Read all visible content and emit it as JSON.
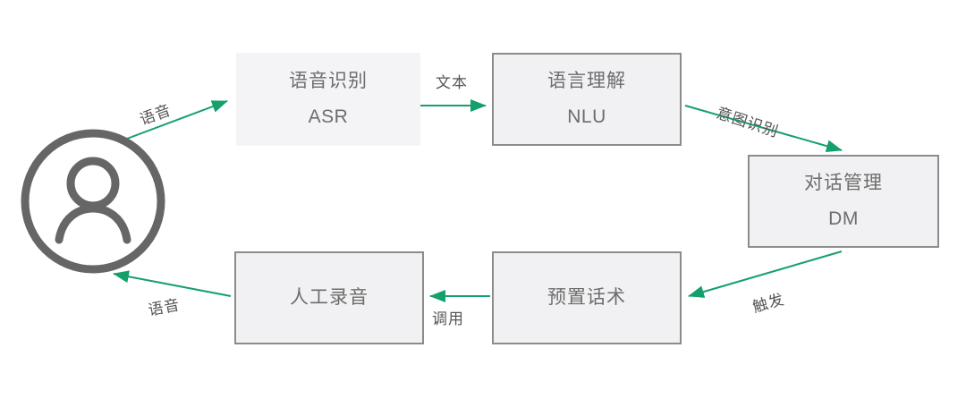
{
  "diagram": {
    "title": "Voice dialogue system flow",
    "colors": {
      "arrow": "#15a06b",
      "box_border": "#8c8c8c",
      "box_fill": "#f1f1f3",
      "box_fill_plain": "#f4f4f6",
      "text": "#6d6d6d",
      "label_text": "#555555",
      "user_icon": "#666666",
      "background": "#ffffff"
    },
    "nodes": [
      {
        "id": "user",
        "name": "user-avatar",
        "icon": "user-circle-icon",
        "label_cn": "",
        "label_en": ""
      },
      {
        "id": "asr",
        "name": "node-asr",
        "label_cn": "语音识别",
        "label_en": "ASR",
        "bordered": false
      },
      {
        "id": "nlu",
        "name": "node-nlu",
        "label_cn": "语言理解",
        "label_en": "NLU",
        "bordered": true
      },
      {
        "id": "dm",
        "name": "node-dm",
        "label_cn": "对话管理",
        "label_en": "DM",
        "bordered": true
      },
      {
        "id": "preset",
        "name": "node-preset-script",
        "label_cn": "预置话术",
        "label_en": "",
        "bordered": true
      },
      {
        "id": "recording",
        "name": "node-manual-recording",
        "label_cn": "人工录音",
        "label_en": "",
        "bordered": true
      }
    ],
    "edges": [
      {
        "id": "e1",
        "from": "user",
        "to": "asr",
        "label": "语音"
      },
      {
        "id": "e2",
        "from": "asr",
        "to": "nlu",
        "label": "文本"
      },
      {
        "id": "e3",
        "from": "nlu",
        "to": "dm",
        "label": "意图识别"
      },
      {
        "id": "e4",
        "from": "dm",
        "to": "preset",
        "label": "触发"
      },
      {
        "id": "e5",
        "from": "preset",
        "to": "recording",
        "label": "调用"
      },
      {
        "id": "e6",
        "from": "recording",
        "to": "user",
        "label": "语音"
      }
    ]
  }
}
